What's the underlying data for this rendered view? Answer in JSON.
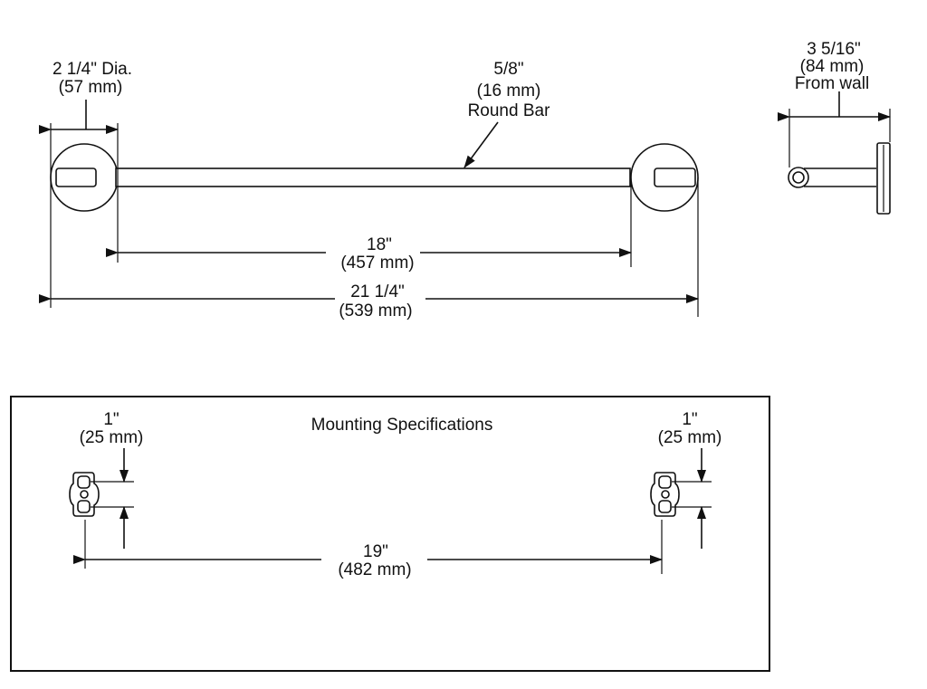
{
  "front_view": {
    "post_diameter": {
      "line1": "2 1/4\" Dia.",
      "line2": "(57 mm)"
    },
    "bar": {
      "line1": "5/8\"",
      "line2": "(16 mm)",
      "line3": "Round Bar"
    },
    "inner_span": {
      "line1": "18\"",
      "line2": "(457 mm)"
    },
    "overall_length": {
      "line1": "21 1/4\"",
      "line2": "(539 mm)"
    }
  },
  "side_view": {
    "projection": {
      "line1": "3 5/16\"",
      "line2": "(84 mm)",
      "line3": "From wall"
    }
  },
  "mounting": {
    "title": "Mounting Specifications",
    "left_offset": {
      "line1": "1\"",
      "line2": "(25 mm)"
    },
    "right_offset": {
      "line1": "1\"",
      "line2": "(25 mm)"
    },
    "bracket_span": {
      "line1": "19\"",
      "line2": "(482 mm)"
    }
  }
}
